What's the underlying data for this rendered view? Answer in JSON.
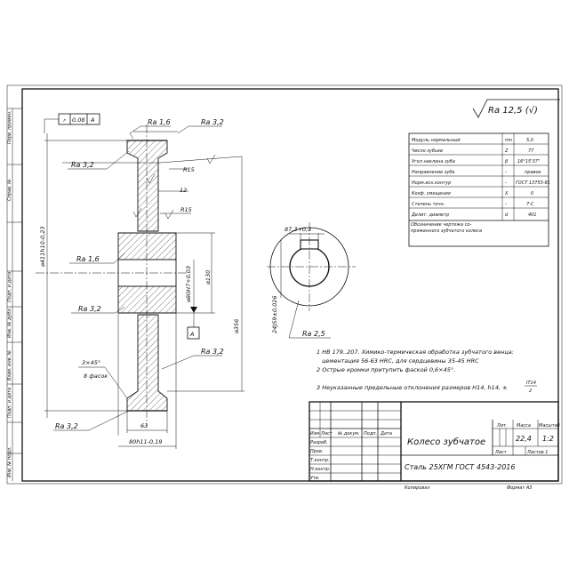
{
  "sidebar_labels": [
    "Перв. примен.",
    "Справ. №",
    "Подп. и дата",
    "Инв. № дубл.",
    "Взам. инв. №",
    "Подп. и дата",
    "Инв. № подл."
  ],
  "surface_general": "Ra 12,5 (√)",
  "tolerance_frame": {
    "value": "0,08",
    "datum": "A"
  },
  "datum_label": "A",
  "roughness": [
    "Ra 1,6",
    "Ra 3,2",
    "Ra 3,2",
    "Ra 1,6",
    "Ra 3,2",
    "Ra 3,2",
    "Ra 3,2",
    "Ra 2,5"
  ],
  "dims": {
    "outer_dia": "⌀411h10-0,23",
    "r1": "R15",
    "web": "12",
    "r2": "R15",
    "hub_dia": "⌀130",
    "bore": "⌀80H7+0,03",
    "full_dia": "⌀356",
    "chamfer1": "3×45°",
    "chamfer2": "8 фасок",
    "width1": "63",
    "width2": "80h11-0,19",
    "keyway": "87,3+0,3",
    "key_width": "24JS9±0,026"
  },
  "params": [
    {
      "name": "Модуль нормальный",
      "sym": "mn",
      "val": "5,0"
    },
    {
      "name": "Число зубьев",
      "sym": "Z",
      "val": "77"
    },
    {
      "name": "Угол наклона зуба",
      "sym": "β",
      "val": "16°15'37\""
    },
    {
      "name": "Направление зуба",
      "sym": "–",
      "val": "правое"
    },
    {
      "name": "Норм.исх.контур",
      "sym": "–",
      "val": "ГОСТ 13755-81"
    },
    {
      "name": "Коэф. смещения",
      "sym": "X",
      "val": "0"
    },
    {
      "name": "Степень точн.",
      "sym": "–",
      "val": "7-С"
    },
    {
      "name": "Делит. диаметр",
      "sym": "d",
      "val": "401"
    }
  ],
  "param_note": "Обозначение чертежа со- пряженного зубчатого колеса",
  "notes": [
    "1 НВ 179..207. Химико-термическая обработка зубчатого венца:",
    "цементация 56-63 HRC, для сердцевины 35-45 HRC",
    "2 Острые кромки притупить фаской 0,6×45°.",
    "3 Неуказанные предельные отклонения размеров H14, h14, ±"
  ],
  "it_fraction": {
    "num": "IT14",
    "den": "2"
  },
  "title_block": {
    "name": "Колесо зубчатое",
    "material": "Сталь 25ХГМ ГОСТ 4543-2016",
    "mass": "22,4",
    "scale": "1:2",
    "col_lit": "Лит.",
    "col_mass": "Масса",
    "col_scale": "Масштаб",
    "sheet": "Лист",
    "sheets": "Листов 1",
    "row_headers": [
      "Изм",
      "Лист",
      "№ докум.",
      "Подп.",
      "Дата"
    ],
    "roles": [
      "Разраб.",
      "Пров.",
      "Т.контр.",
      "",
      "Н.контр.",
      "Утв."
    ],
    "copied": "Копировал",
    "format": "Формат А3"
  }
}
